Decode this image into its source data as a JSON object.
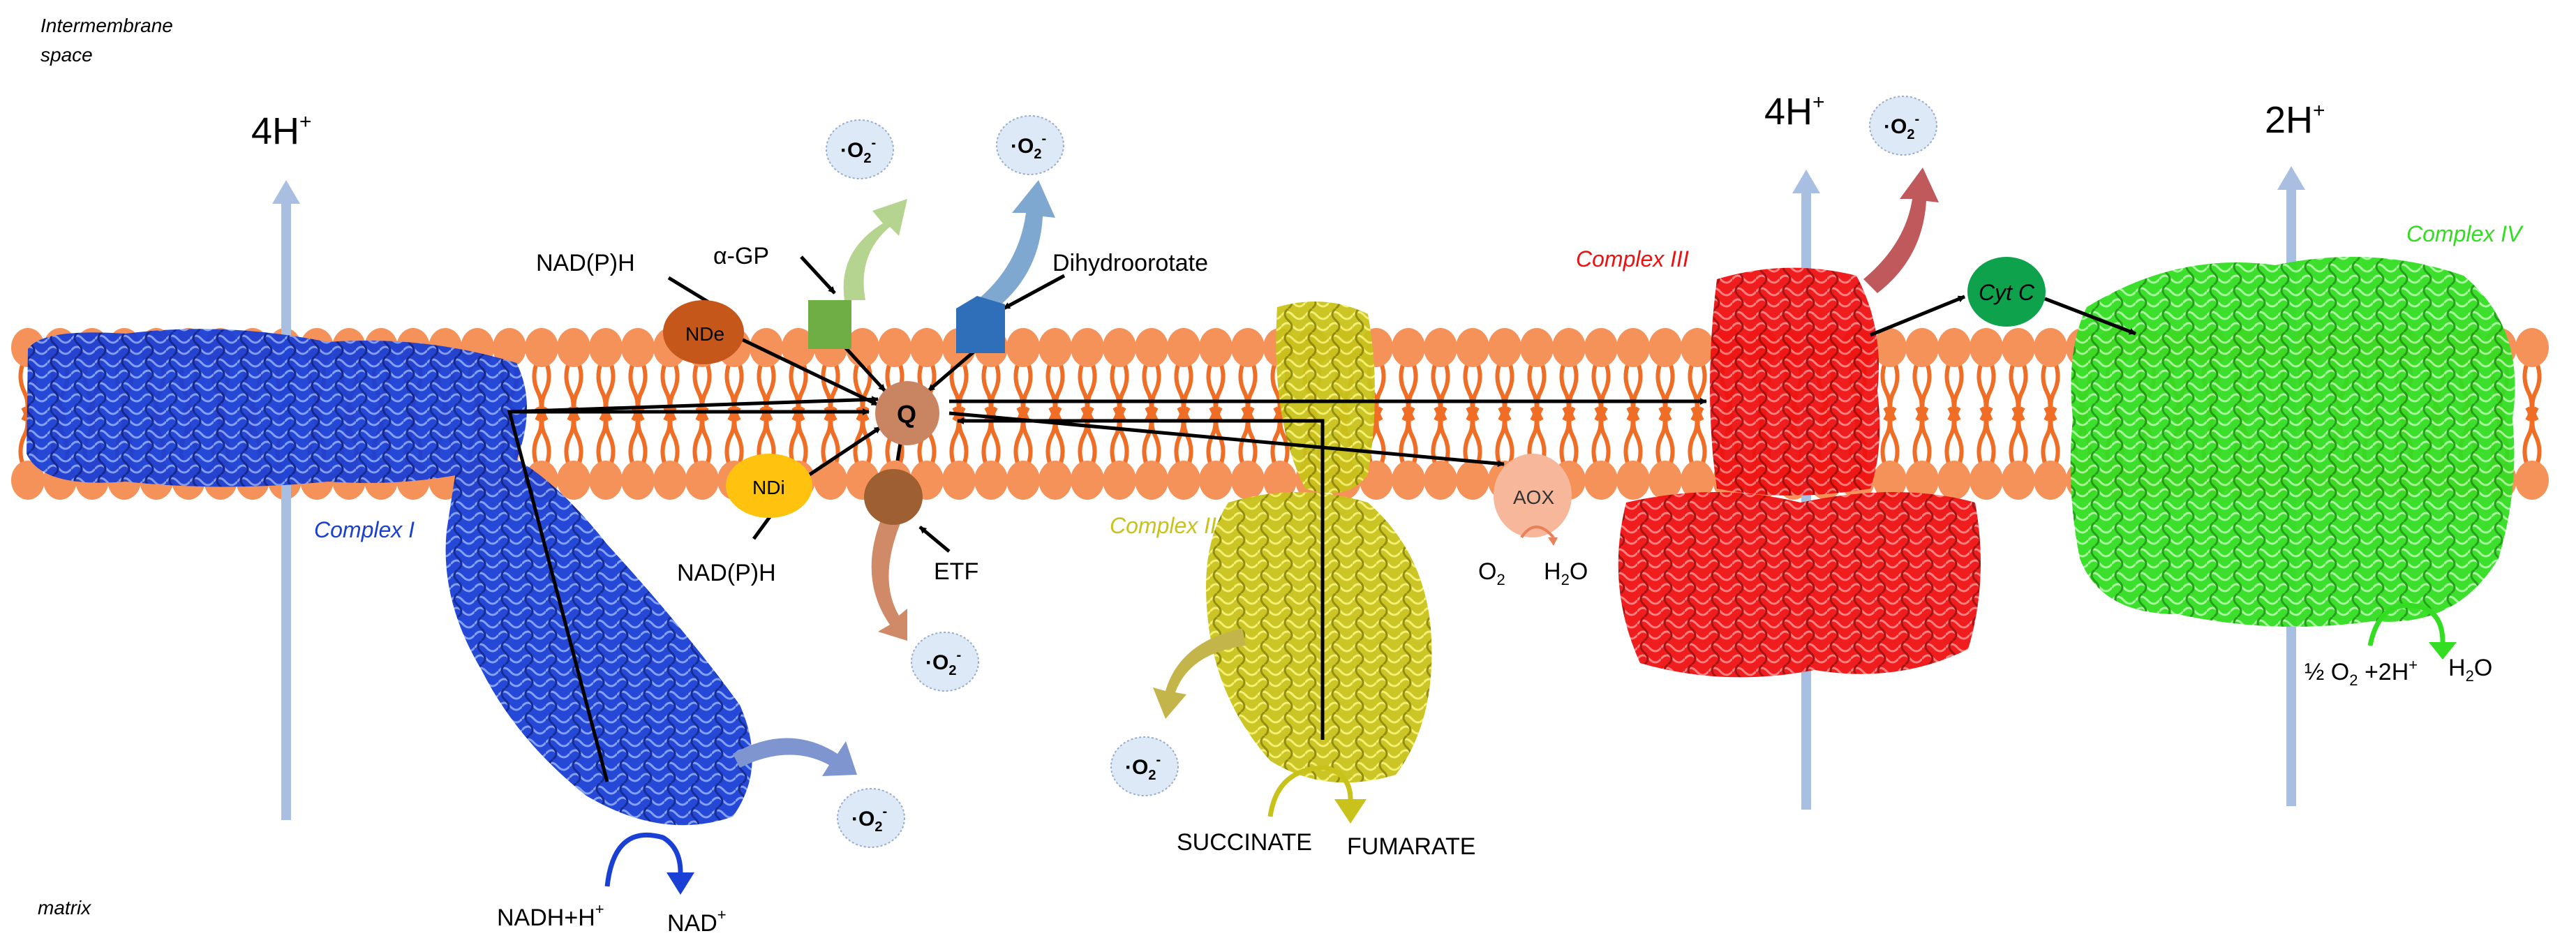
{
  "regions": {
    "intermembrane_line1": "Intermembrane",
    "intermembrane_line2": "space",
    "matrix": "matrix"
  },
  "protons": {
    "complex1": "4H",
    "complex3": "4H",
    "complex4": "2H",
    "superscript": "+"
  },
  "complexes": {
    "complex1": {
      "label": "Complex I",
      "color": "#1a3fd4"
    },
    "complex2": {
      "label": "Complex II",
      "color": "#c8c21a"
    },
    "complex3": {
      "label": "Complex III",
      "color": "#ee1111"
    },
    "complex4": {
      "label": "Complex IV",
      "color": "#33dd22"
    }
  },
  "nodes": {
    "q": "Q",
    "nde": "NDe",
    "ndi": "NDi",
    "aox": "AOX",
    "cytc": "Cyt C"
  },
  "substrates": {
    "nadph_top": "NAD(P)H",
    "nadph_bottom": "NAD(P)H",
    "alpha_gp": "α-GP",
    "dihydroorotate": "Dihydroorotate",
    "etf": "ETF",
    "succinate": "SUCCINATE",
    "fumarate": "FUMARATE",
    "nadh": "NADH+H",
    "nad": "NAD",
    "plus": "+",
    "aox_o2": "O",
    "aox_h2o_h": "H",
    "aox_h2o_o": "O",
    "two": "2",
    "c4_half": "½ O",
    "c4_rest": " +2H",
    "c4_h2o_h": "H",
    "c4_h2o_o": "O"
  },
  "superoxide": {
    "base": "·O",
    "sub": "2",
    "sup": "-"
  },
  "colors": {
    "membrane_head": "#f4925a",
    "membrane_tail": "#ef6d24",
    "proton_arrow": "#a9bfe2",
    "q_node": "#c98461",
    "nde_node": "#c5571b",
    "ndi_node": "#ffc20e",
    "etf_node": "#9e5f33",
    "aox_node": "#f7b79a",
    "cytc_node": "#0fa24d",
    "alpha_gp_node": "#6fae45",
    "dhodh_node": "#2f6fba",
    "superoxide_bubble": "#dde9f6"
  }
}
